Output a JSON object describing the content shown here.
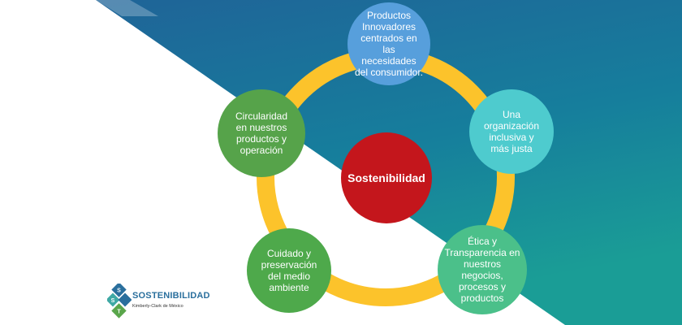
{
  "colors": {
    "ring": "#fcc32b",
    "center": "#c4161c",
    "top": "#579fdc",
    "right": "#4ecbce",
    "bottom_right": "#4bc08a",
    "bottom_left": "#4ea94b",
    "left": "#56a34a",
    "bg_top_dark": "#1f6498",
    "bg_mid": "#167e9c",
    "bg_bottom_teal": "#1a9d96",
    "logo_blue": "#2a6f9d"
  },
  "diagram": {
    "center": {
      "label": "Sostenibilidad"
    },
    "nodes": [
      {
        "id": "top",
        "label": "Productos Innovadores centrados en las necesidades del consumidor."
      },
      {
        "id": "right",
        "label": "Una organización inclusiva y más justa"
      },
      {
        "id": "bottom_right",
        "label": "Ética y Transparencia en nuestros negocios, procesos y productos"
      },
      {
        "id": "bottom_left",
        "label": "Cuidado y preservación del medio ambiente"
      },
      {
        "id": "left",
        "label": "Circularidad en nuestros productos y operación"
      }
    ]
  },
  "logo": {
    "wordmark": "SOSTENIBILIDAD",
    "tagline": "Kimberly-Clark de México",
    "mark_letters": [
      "S",
      "S",
      "T"
    ]
  }
}
